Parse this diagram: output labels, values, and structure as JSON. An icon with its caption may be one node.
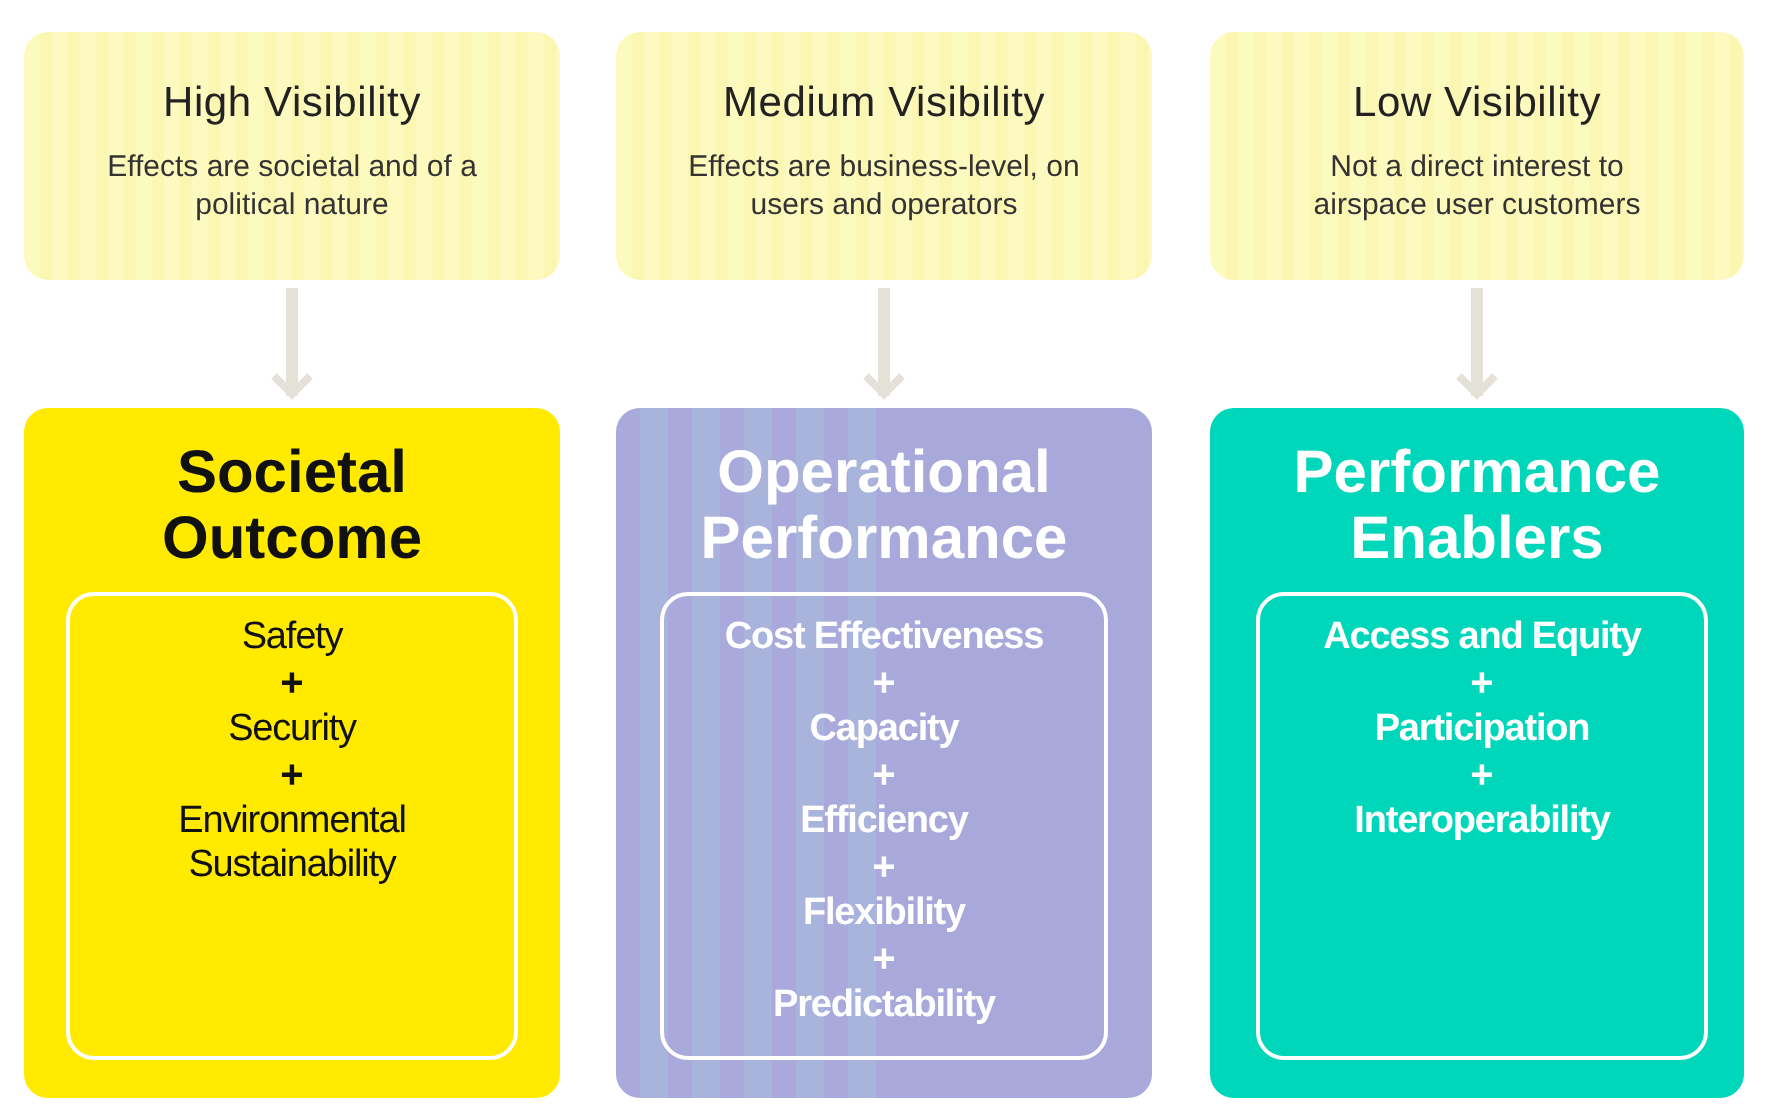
{
  "diagram": {
    "nodes": [
      {
        "text": [
          "High Visibility",
          "Effects are societal and of a political nature"
        ]
      },
      {
        "text": [
          "Medium Visibility",
          "Effects are business-level, on users and operators"
        ]
      },
      {
        "text": [
          "Low Visibility",
          "Not a direct interest to airspace user customers"
        ]
      },
      {
        "text": [
          "Societal Outcome"
        ]
      },
      {
        "text": [
          "Safety",
          "+",
          "Security",
          "+",
          "Environmental Sustainability"
        ],
        "in": 3
      },
      {
        "text": [
          "Operational Performance"
        ]
      },
      {
        "text": [
          "Cost Effectiveness",
          "+",
          "Capacity",
          "+",
          "Efficiency",
          "+",
          "Flexibility",
          "+",
          "Predictability"
        ],
        "in": 5
      },
      {
        "text": [
          "Performance Enablers"
        ]
      },
      {
        "text": [
          "Access and Equity",
          "+",
          "Participation",
          "+",
          "Interoperability"
        ],
        "in": 7
      }
    ],
    "edges": [
      {
        "from": 0,
        "to": 3,
        "arrow": "to"
      },
      {
        "from": 1,
        "to": 5,
        "arrow": "to"
      },
      {
        "from": 2,
        "to": 7,
        "arrow": "to"
      }
    ]
  }
}
